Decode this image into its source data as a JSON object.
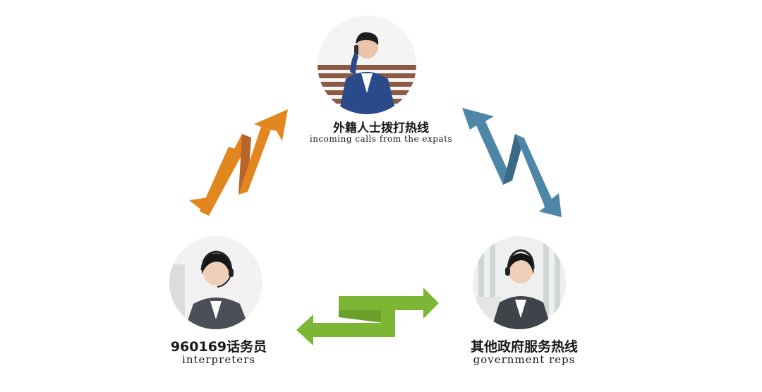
{
  "nodes": {
    "top": {
      "title": "外籍人士拨打热线",
      "subtitle": "incoming calls from the expats",
      "icon": "businessman-on-phone"
    },
    "left": {
      "title": "960169话务员",
      "subtitle": "interpreters",
      "icon": "operator-with-headset"
    },
    "right": {
      "title": "其他政府服务热线",
      "subtitle": "government reps",
      "icon": "call-center-agent"
    }
  },
  "colors": {
    "arrow_left": "#E2861F",
    "arrow_left_dark": "#B8652A",
    "arrow_right": "#4E86A8",
    "arrow_right_dark": "#3B6A89",
    "arrow_bottom": "#7DB535",
    "arrow_bottom_dark": "#6A9F2A"
  }
}
